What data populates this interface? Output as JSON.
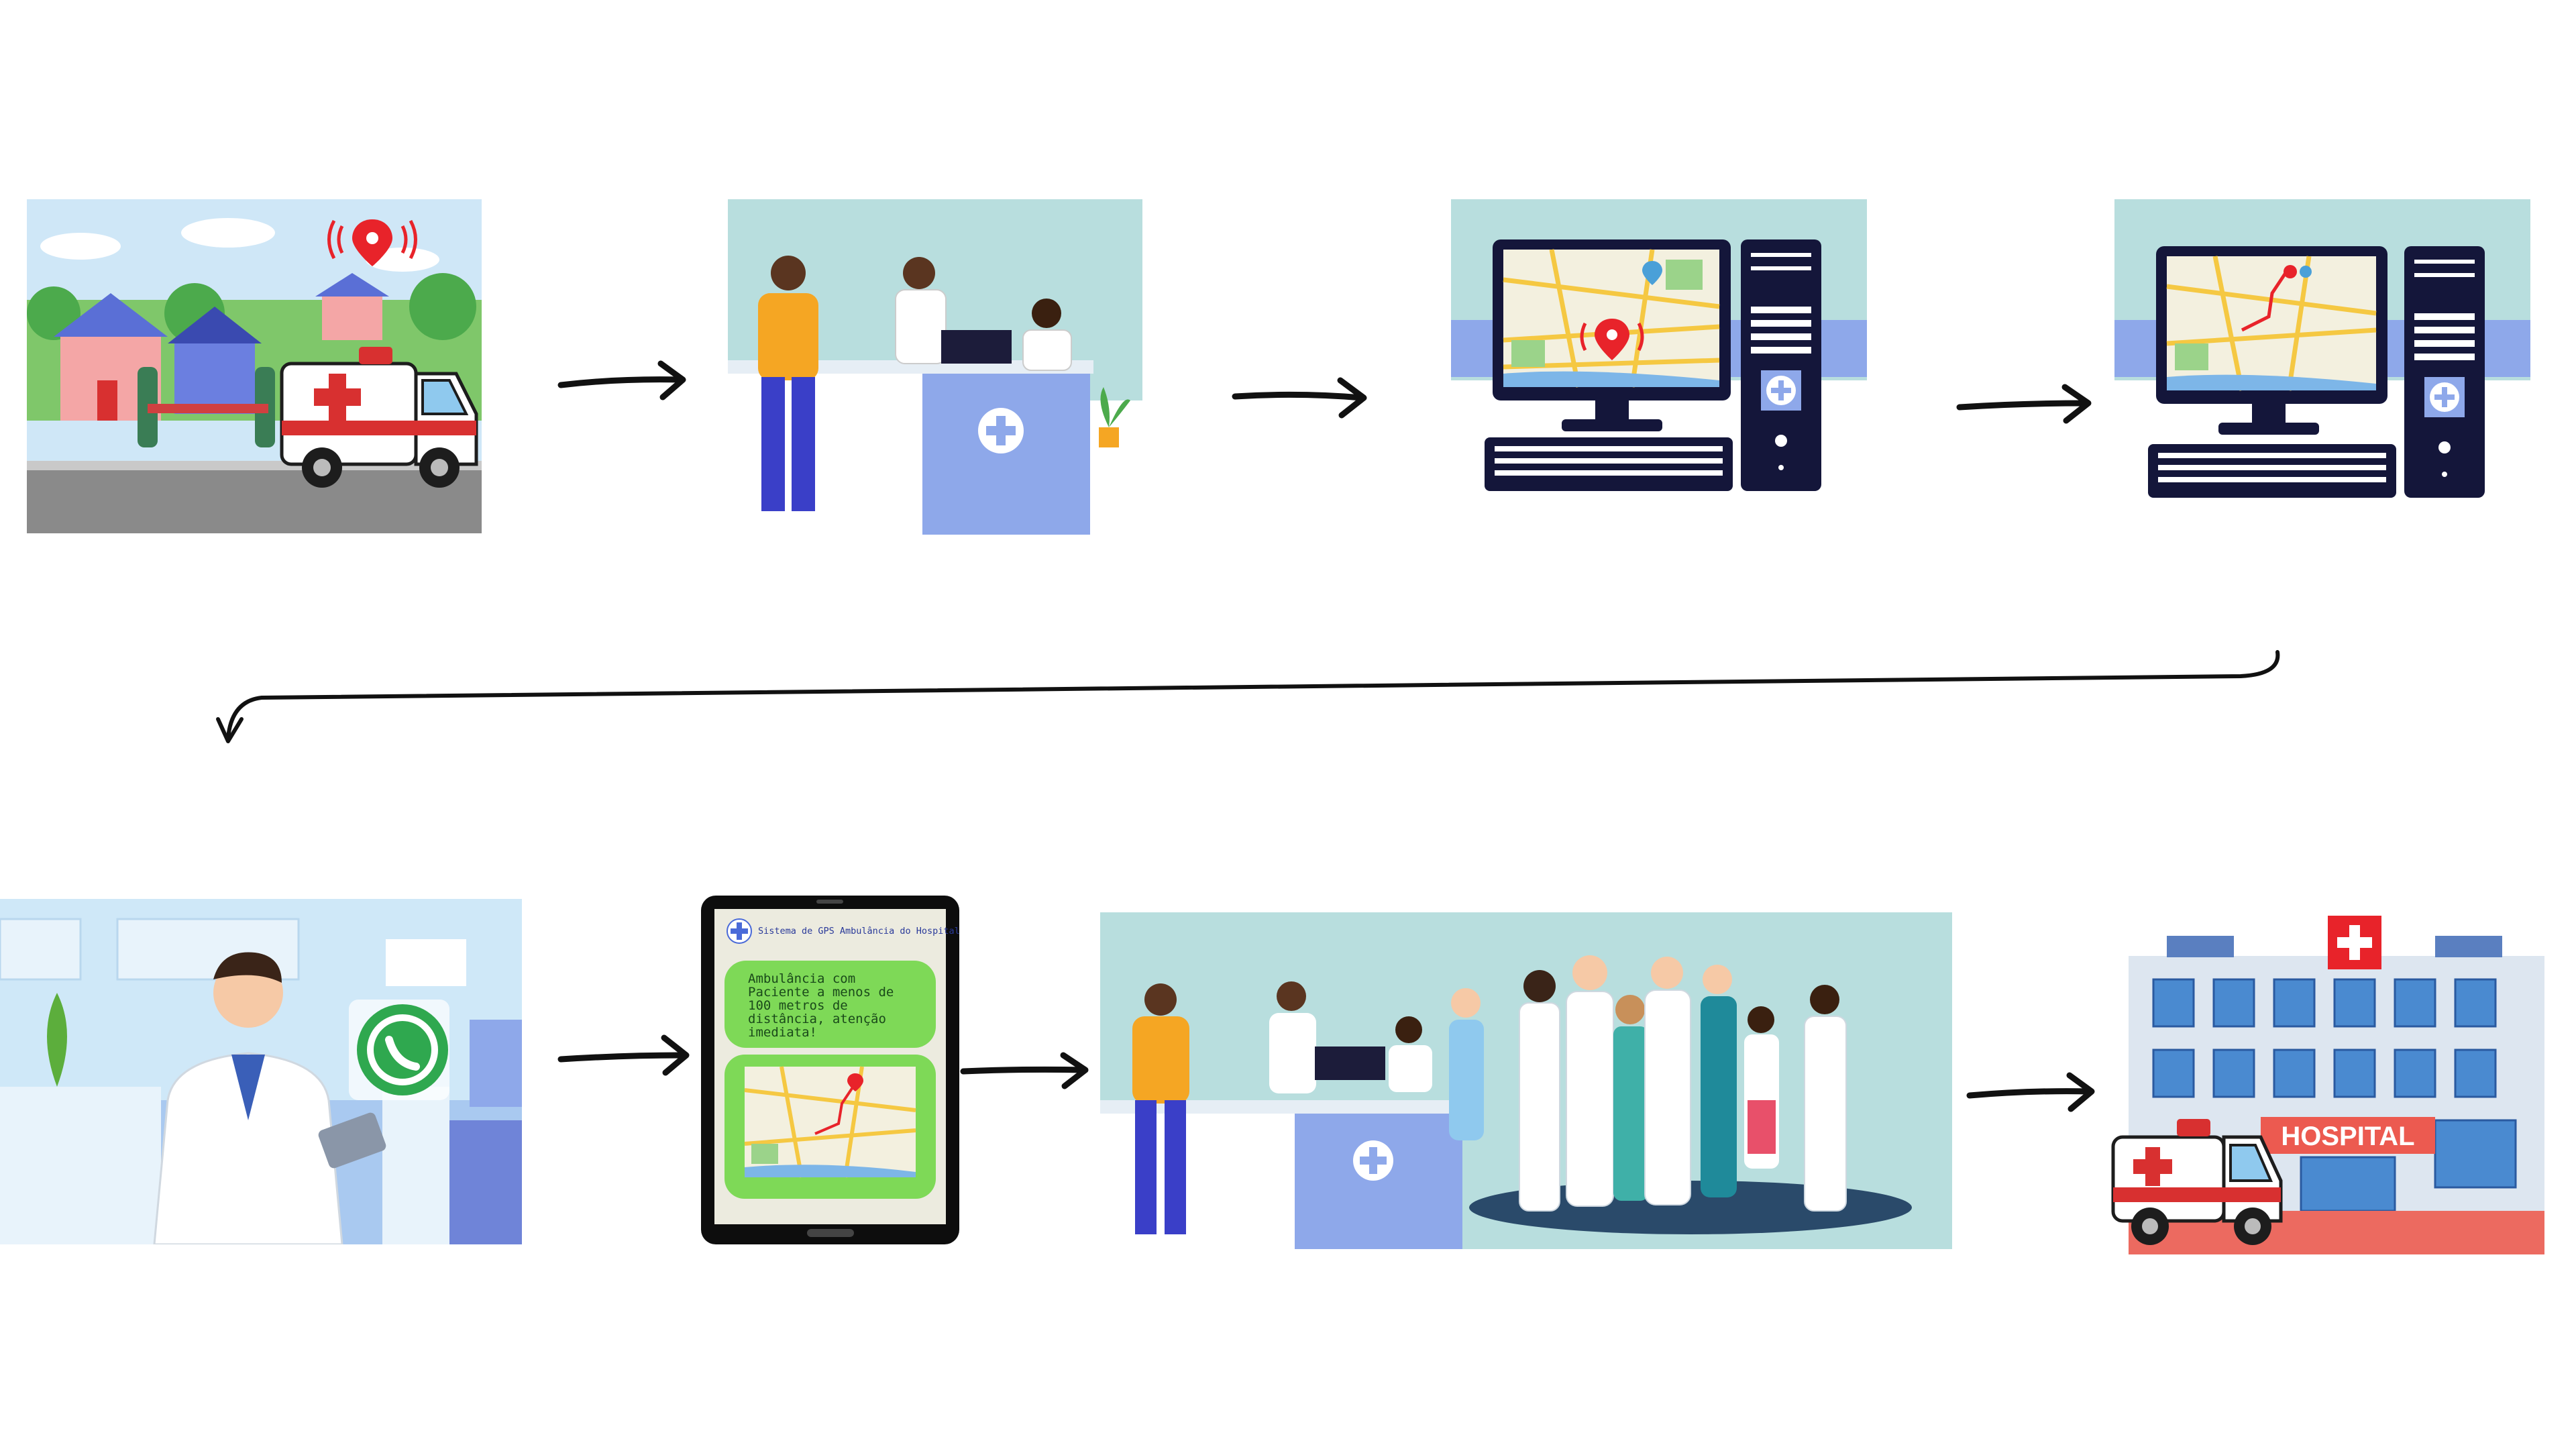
{
  "flow": {
    "steps": [
      {
        "id": "ambulance-pickup",
        "icon": "location-pin-icon"
      },
      {
        "id": "reception-desk"
      },
      {
        "id": "gps-map-computer",
        "icon": "map-pin-icon"
      },
      {
        "id": "gps-route-computer"
      },
      {
        "id": "doctor-whatsapp",
        "icon": "whatsapp-icon"
      },
      {
        "id": "tablet-alert"
      },
      {
        "id": "medical-team"
      },
      {
        "id": "hospital-arrival"
      }
    ]
  },
  "tablet": {
    "header": "Sistema de GPS Ambulância do Hospital",
    "message_lines": [
      "Ambulância com",
      "Paciente a menos de",
      "100 metros de",
      "distância, atenção",
      "imediata!"
    ]
  },
  "hospital": {
    "sign": "HOSPITAL"
  },
  "colors": {
    "accent_blue": "#8ea8ea",
    "teal_bg": "#b8dede",
    "navy": "#14163a",
    "red_pin": "#e8232a",
    "chat_green": "#7ed957"
  }
}
